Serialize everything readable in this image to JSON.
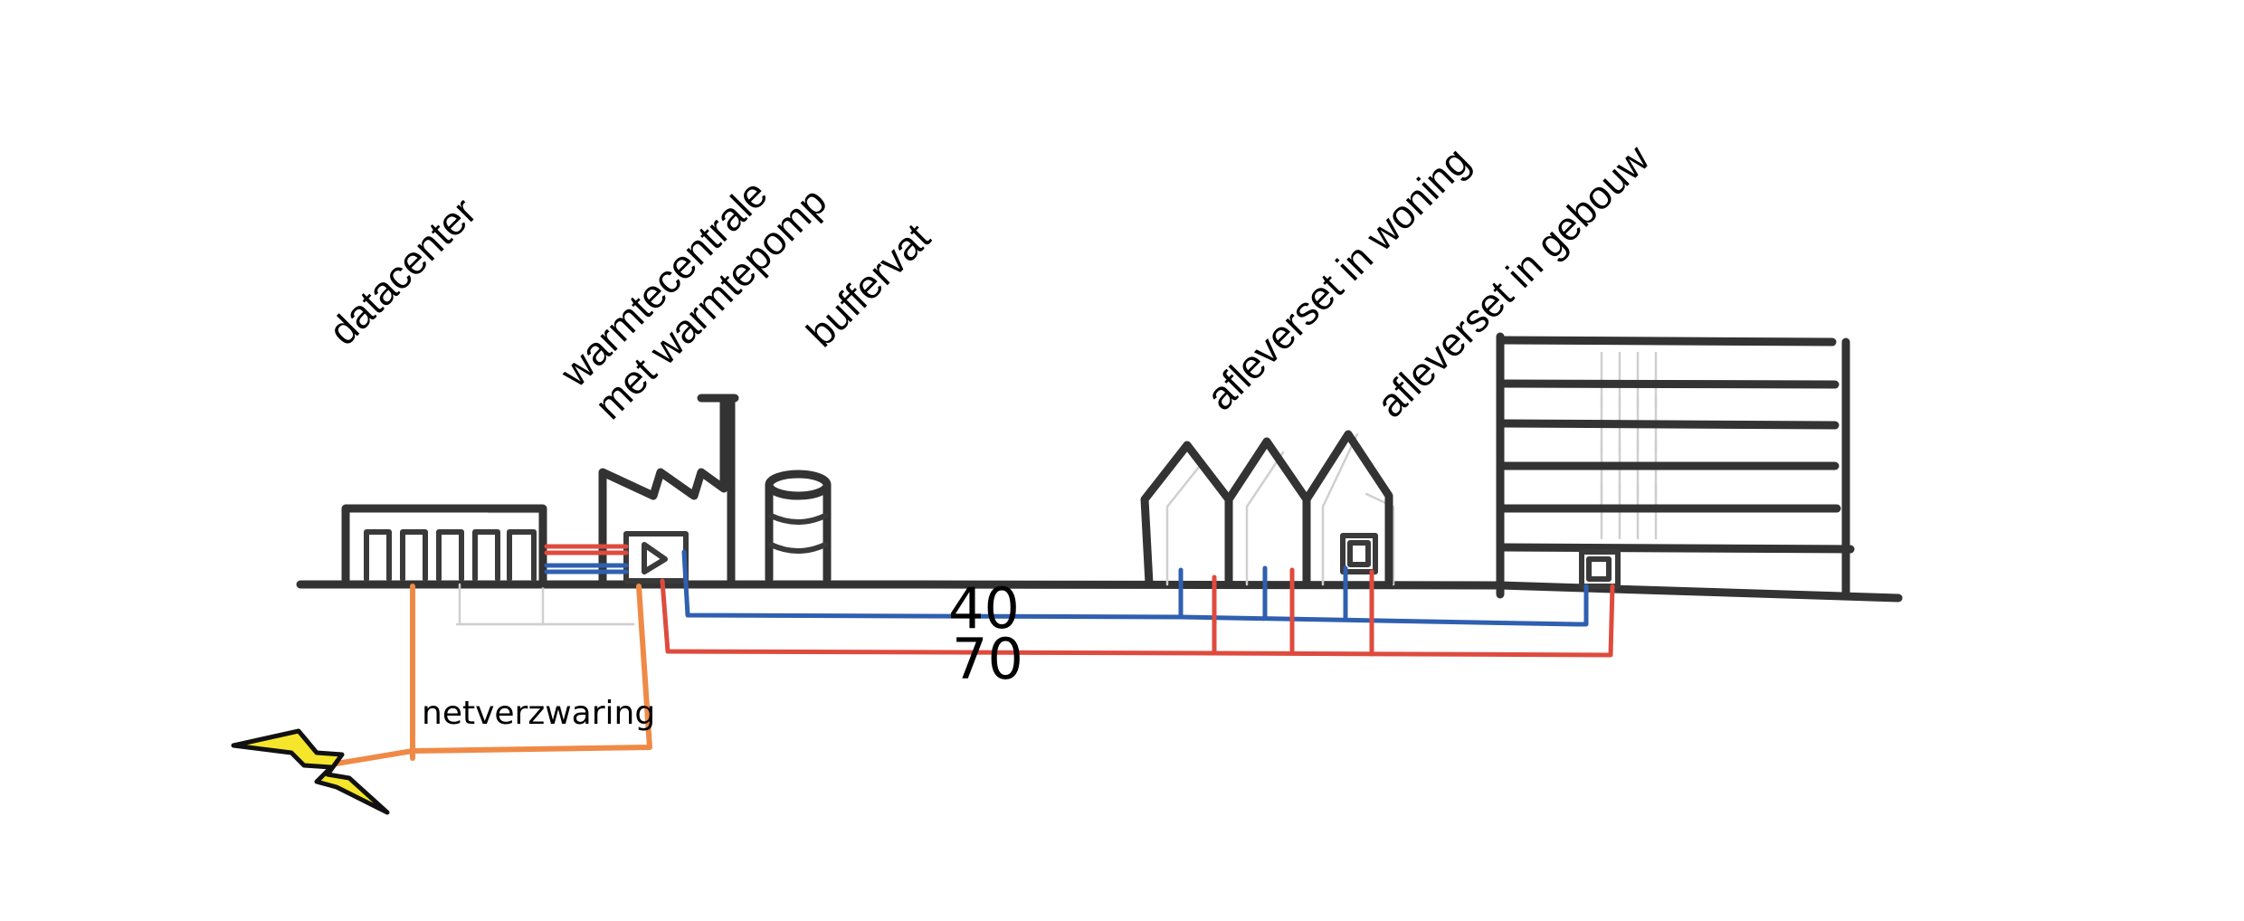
{
  "labels": {
    "datacenter": "datacenter",
    "warmtecentrale_line1": "warmtecentrale",
    "warmtecentrale_line2": "met warmtepomp",
    "buffervat": "buffervat",
    "afleverset_woning": "afleverset in woning",
    "afleverset_gebouw": "afleverset in gebouw",
    "netverzwaring": "netverzwaring"
  },
  "temperatures": {
    "return": "40",
    "supply": "70"
  },
  "colors": {
    "ink": "#333333",
    "return_pipe": "#2f5fb0",
    "supply_pipe": "#de4b3e",
    "power_cable": "#ef8a46",
    "lightning": "#f6e62b"
  },
  "icons": {
    "lightning": "lightning-bolt-icon",
    "heat_pump": "heat-pump-icon"
  }
}
